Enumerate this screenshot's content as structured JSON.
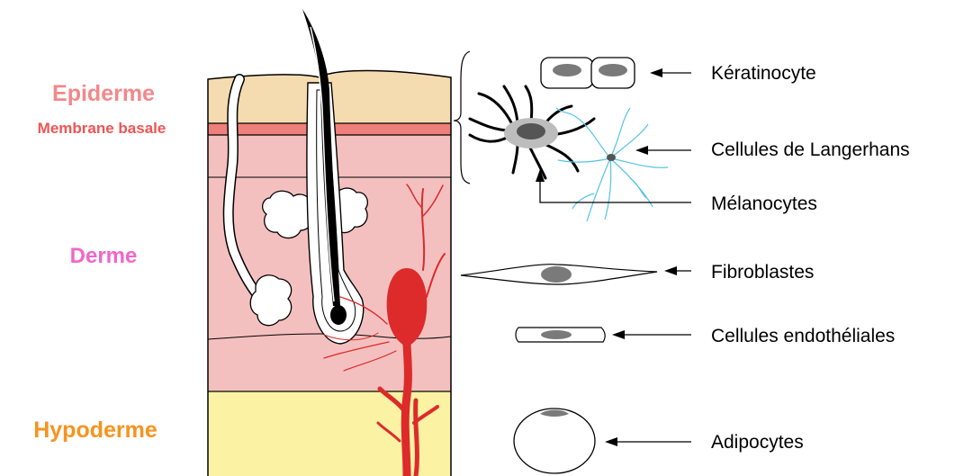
{
  "layers": [
    {
      "label": "Epiderme",
      "color": "#f2888a"
    },
    {
      "label": "Membrane basale",
      "color": "#ee5555"
    },
    {
      "label": "Derme",
      "color": "#f067c8"
    },
    {
      "label": "Hypoderme",
      "color": "#f7931e"
    }
  ],
  "cells": [
    {
      "label": "Kératinocyte",
      "icon": "keratinocyte-icon"
    },
    {
      "label": "Cellules de Langerhans",
      "icon": "langerhans-cell-icon"
    },
    {
      "label": "Mélanocytes",
      "icon": "melanocyte-icon"
    },
    {
      "label": "Fibroblastes",
      "icon": "fibroblast-icon"
    },
    {
      "label": "Cellules endothéliales",
      "icon": "endothelial-cell-icon"
    },
    {
      "label": "Adipocytes",
      "icon": "adipocyte-icon"
    }
  ],
  "colors": {
    "epidermis": "#f5dcb0",
    "basement_membrane": "#ee7f7a",
    "dermis": "#f4c0bf",
    "hypodermis": "#fbf2a3",
    "blood": "#dd2a2a",
    "langerhans": "#55c4e8",
    "nucleus": "#7a7a7a"
  }
}
